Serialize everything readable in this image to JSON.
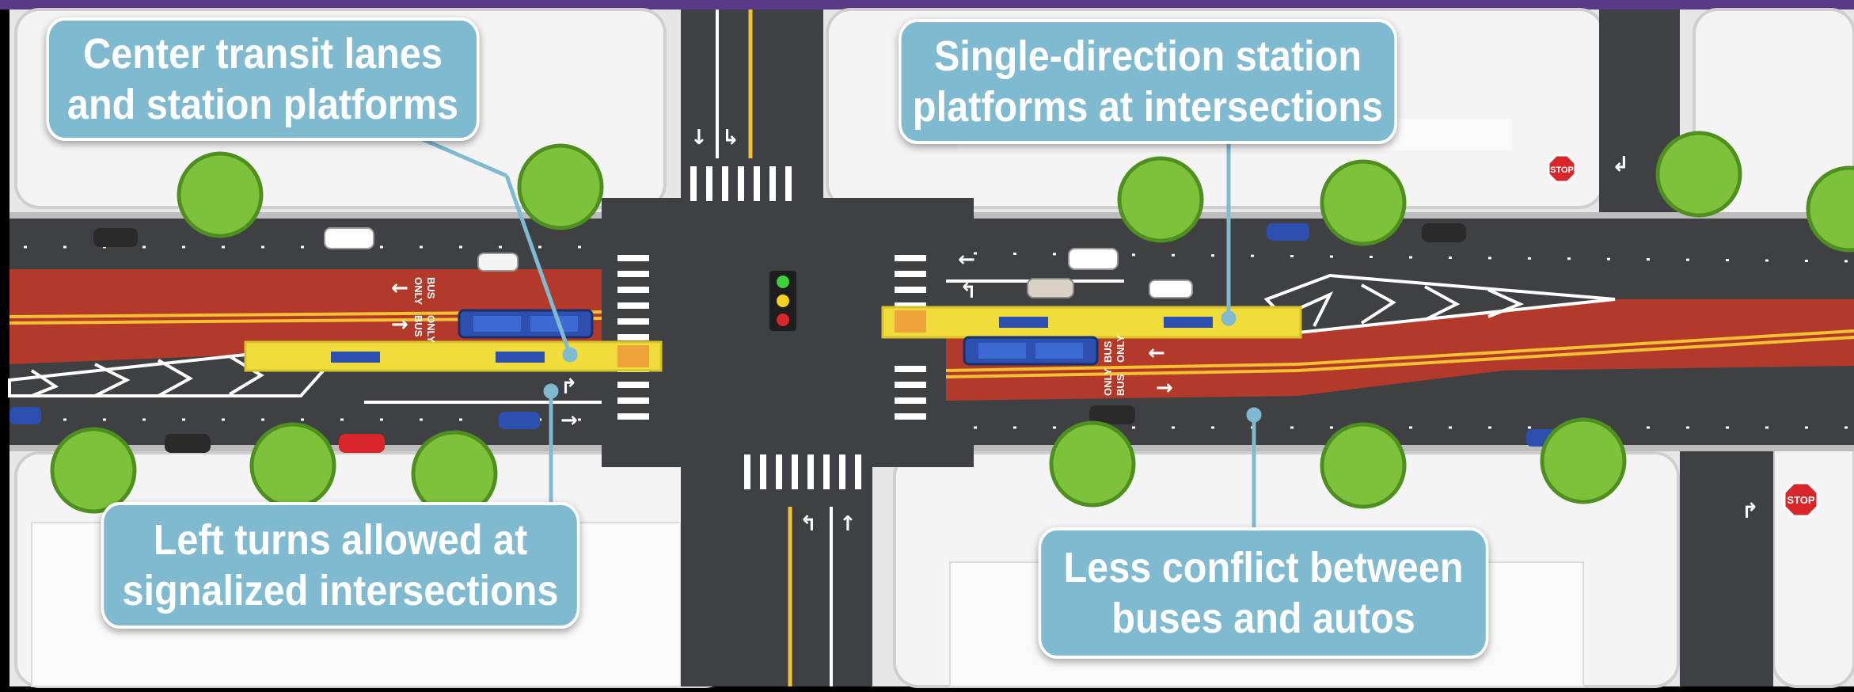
{
  "callouts": {
    "center_transit": {
      "line1": "Center transit lanes",
      "line2": "and station platforms"
    },
    "single_direction": {
      "line1": "Single-direction station",
      "line2": "platforms at intersections"
    },
    "left_turns": {
      "line1": "Left turns allowed at",
      "line2": "signalized intersections"
    },
    "less_conflict": {
      "line1": "Less conflict between",
      "line2": "buses and autos"
    }
  },
  "pavement_text": {
    "bus": "BUS",
    "only": "ONLY"
  },
  "signs": {
    "stop": "STOP"
  },
  "signal_lights": [
    "green",
    "yellow",
    "red"
  ],
  "colors": {
    "header_bar": "#5a3a86",
    "asphalt": "#3f4043",
    "transit_lane": "#b33a2a",
    "platform": "#f0dd3c",
    "bus": "#2c4fb0",
    "tree": "#7ec23c",
    "callout": "#7fbad0",
    "block": "#ececec"
  },
  "icons": [
    "tree-icon",
    "car-icon",
    "bus-icon",
    "traffic-signal-icon",
    "stop-sign-icon",
    "arrow-icon"
  ]
}
